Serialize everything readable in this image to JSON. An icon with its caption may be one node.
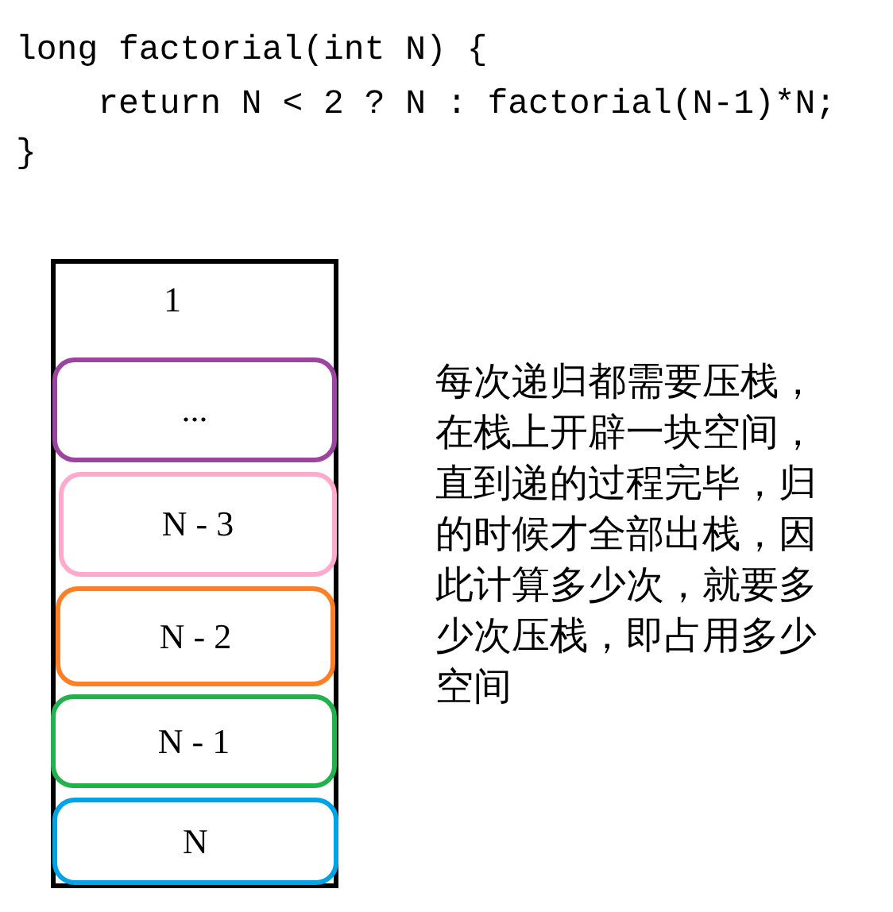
{
  "diagram": {
    "nodes": [
      {
        "text": [
          "1"
        ]
      },
      {
        "text": [
          "..."
        ],
        "in": 0
      },
      {
        "text": [
          "N - 3"
        ],
        "in": 0
      },
      {
        "text": [
          "N - 2"
        ],
        "in": 0
      },
      {
        "text": [
          "N - 1"
        ],
        "in": 0
      },
      {
        "text": [
          "N"
        ],
        "in": 0
      }
    ],
    "edges": [],
    "labels": [
      "long factorial(int N) {",
      "    return N < 2 ? N : factorial(N-1)*N;",
      "}",
      "每次递归都需要压栈，在栈上开辟一块空间，直到递的过程完毕，归的时候才全部出栈，因此计算多少次，就要多少次压栈，即占用多少空间"
    ]
  }
}
